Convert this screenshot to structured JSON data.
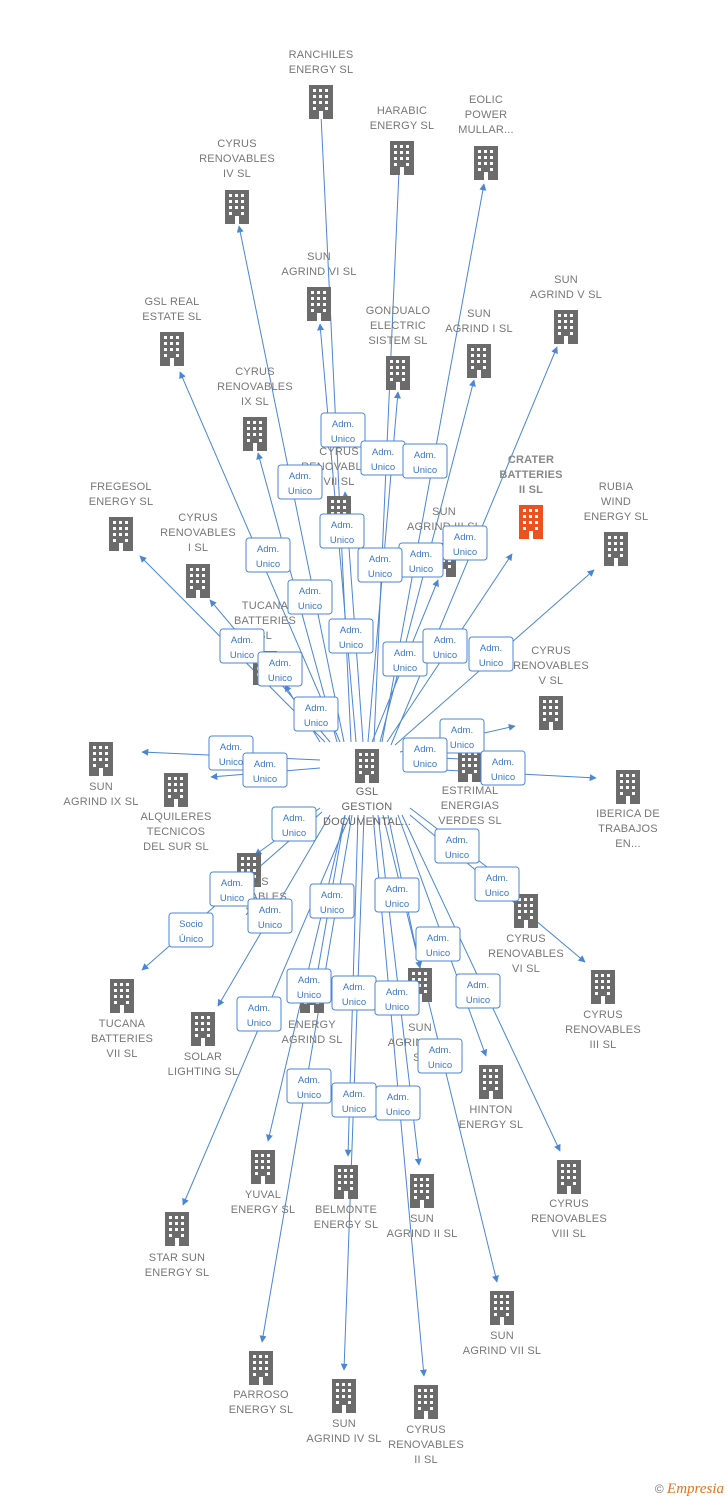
{
  "center": {
    "label": [
      "GSL",
      "GESTION",
      "DOCUMENTAL..."
    ]
  },
  "highlight_color": "#e8531e",
  "edge_color": "#4a86d4",
  "icon_color": "#6b6b6b",
  "nodes": [
    {
      "id": "ranchiles",
      "label": [
        "RANCHILES",
        "ENERGY  SL"
      ]
    },
    {
      "id": "harabic",
      "label": [
        "HARABIC",
        "ENERGY  SL"
      ]
    },
    {
      "id": "eolic",
      "label": [
        "EOLIC",
        "POWER",
        "MULLAR..."
      ]
    },
    {
      "id": "cyrus-iv",
      "label": [
        "CYRUS",
        "RENOVABLES",
        "IV  SL"
      ]
    },
    {
      "id": "sun-agrind-vi",
      "label": [
        "SUN",
        "AGRIND VI  SL"
      ]
    },
    {
      "id": "sun-agrind-v",
      "label": [
        "SUN",
        "AGRIND V  SL"
      ]
    },
    {
      "id": "gsl-real",
      "label": [
        "GSL REAL",
        "ESTATE  SL"
      ]
    },
    {
      "id": "gondualo",
      "label": [
        "GONDUALO",
        "ELECTRIC",
        "SISTEM  SL"
      ]
    },
    {
      "id": "sun-agrind-i",
      "label": [
        "SUN",
        "AGRIND I  SL"
      ]
    },
    {
      "id": "cyrus-ix",
      "label": [
        "CYRUS",
        "RENOVABLES",
        "IX  SL"
      ]
    },
    {
      "id": "cyrus-vii",
      "label": [
        "CYRUS",
        "RENOVABLES",
        "VII  SL"
      ]
    },
    {
      "id": "crater",
      "label": [
        "CRATER",
        "BATTERIES",
        "II  SL"
      ]
    },
    {
      "id": "rubia",
      "label": [
        "RUBIA",
        "WIND",
        "ENERGY  SL"
      ]
    },
    {
      "id": "fregesol",
      "label": [
        "FREGESOL",
        "ENERGY  SL"
      ]
    },
    {
      "id": "sun-agrind-iii",
      "label": [
        "SUN",
        "AGRIND III  SL"
      ]
    },
    {
      "id": "cyrus-i",
      "label": [
        "CYRUS",
        "RENOVABLES",
        "I  SL"
      ]
    },
    {
      "id": "tucana",
      "label": [
        "TUCANA",
        "BATTERIES",
        "SL"
      ]
    },
    {
      "id": "cyrus-v",
      "label": [
        "CYRUS",
        "RENOVABLES",
        "V  SL"
      ]
    },
    {
      "id": "sun-agrind-ix",
      "label": [
        "SUN",
        "AGRIND IX  SL"
      ]
    },
    {
      "id": "alquileres",
      "label": [
        "ALQUILERES",
        "TECNICOS",
        "DEL SUR SL"
      ]
    },
    {
      "id": "estrimal",
      "label": [
        "ESTRIMAL",
        "ENERGIAS",
        "VERDES  SL"
      ]
    },
    {
      "id": "iberica",
      "label": [
        "IBERICA DE",
        "TRABAJOS",
        "EN..."
      ]
    },
    {
      "id": "cyrus-x",
      "label": [
        "CYRUS",
        "RENOVABLES",
        "X"
      ]
    },
    {
      "id": "cyrus-vi",
      "label": [
        "CYRUS",
        "RENOVABLES",
        "VI  SL"
      ]
    },
    {
      "id": "tucana-vii",
      "label": [
        "TUCANA",
        "BATTERIES",
        "VII  SL"
      ]
    },
    {
      "id": "solar",
      "label": [
        "SOLAR",
        "LIGHTING SL"
      ]
    },
    {
      "id": "energy-agrind",
      "label": [
        "ENERGY",
        "AGRIND  SL"
      ]
    },
    {
      "id": "sun-agrind-viii",
      "label": [
        "SUN",
        "AGRIND VIII",
        "SL"
      ]
    },
    {
      "id": "cyrus-iii",
      "label": [
        "CYRUS",
        "RENOVABLES",
        "III  SL"
      ]
    },
    {
      "id": "hinton",
      "label": [
        "HINTON",
        "ENERGY  SL"
      ]
    },
    {
      "id": "yuval",
      "label": [
        "YUVAL",
        "ENERGY  SL"
      ]
    },
    {
      "id": "belmonte",
      "label": [
        "BELMONTE",
        "ENERGY  SL"
      ]
    },
    {
      "id": "sun-agrind-ii",
      "label": [
        "SUN",
        "AGRIND II  SL"
      ]
    },
    {
      "id": "cyrus-viii",
      "label": [
        "CYRUS",
        "RENOVABLES",
        "VIII  SL"
      ]
    },
    {
      "id": "star-sun",
      "label": [
        "STAR SUN",
        "ENERGY  SL"
      ]
    },
    {
      "id": "sun-agrind-vii",
      "label": [
        "SUN",
        "AGRIND VII  SL"
      ]
    },
    {
      "id": "parroso",
      "label": [
        "PARROSO",
        "ENERGY  SL"
      ]
    },
    {
      "id": "sun-agrind-iv",
      "label": [
        "SUN",
        "AGRIND IV  SL"
      ]
    },
    {
      "id": "cyrus-ii",
      "label": [
        "CYRUS",
        "RENOVABLES",
        "II  SL"
      ]
    }
  ],
  "badge_labels": {
    "adm": [
      "Adm.",
      "Unico"
    ],
    "socio": [
      "Socio",
      "Único"
    ]
  },
  "footer": {
    "copyright": "©",
    "brand": "Empresia"
  }
}
